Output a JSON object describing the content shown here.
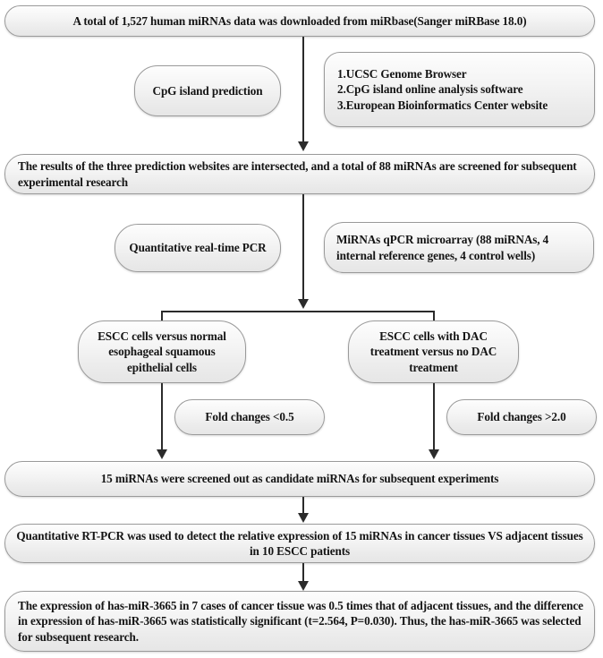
{
  "diagram": {
    "title": "miRNA screening experimental workflow flowchart",
    "type": "flowchart",
    "accent_line_color": "#2b2b2b",
    "node_fill_color": "#efefef",
    "node_border_color": "#9a9a9a"
  },
  "nodes": {
    "source": {
      "text": "A total of 1,527 human miRNAs data was downloaded from miRbase(Sanger miRBase 18.0)"
    },
    "cpg_prediction": {
      "text": "CpG island prediction"
    },
    "tools_list": {
      "text": "1.UCSC Genome Browser\n2.CpG island online analysis software\n3.European Bioinformatics Center website",
      "items": [
        "1.UCSC Genome Browser",
        "2.CpG island online analysis software",
        "3.European Bioinformatics Center website"
      ]
    },
    "intersect_results": {
      "text": "The results of the three prediction websites are intersected, and a total of 88 miRNAs are screened for subsequent experimental research"
    },
    "qpcr_method": {
      "text": "Quantitative real-time PCR"
    },
    "microarray": {
      "text": "MiRNAs qPCR microarray (88 miRNAs, 4 internal reference genes, 4 control wells)"
    },
    "escc_vs_normal": {
      "text": "ESCC cells versus normal esophageal squamous epithelial cells"
    },
    "escc_dac": {
      "text": "ESCC cells with DAC treatment versus no DAC treatment"
    },
    "fold_down": {
      "text": "Fold changes  <0.5"
    },
    "fold_up": {
      "text": "Fold changes  >2.0"
    },
    "candidates": {
      "text": "15 miRNAs were screened out as candidate miRNAs for subsequent experiments"
    },
    "rt_pcr_validation": {
      "text": "Quantitative RT-PCR was used to detect the relative expression of 15 miRNAs in cancer tissues VS adjacent tissues in 10 ESCC patients"
    },
    "conclusion": {
      "text": "The expression of has-miR-3665 in 7 cases of cancer tissue was 0.5 times that of adjacent tissues, and the difference in expression of has-miR-3665 was statistically significant (t=2.564, P=0.030). Thus, the has-miR-3665 was selected for subsequent research."
    }
  }
}
